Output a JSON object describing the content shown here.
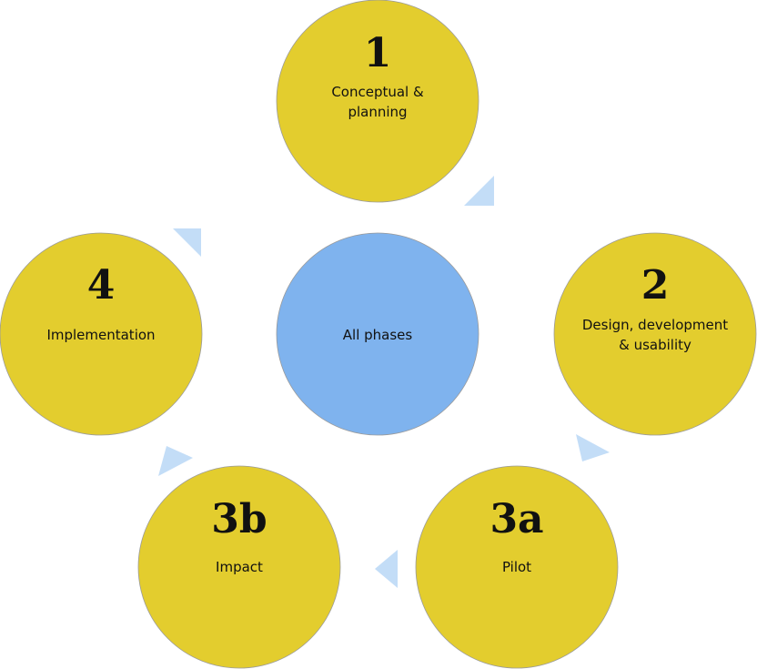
{
  "center": {
    "label": "All phases"
  },
  "phases": [
    {
      "number": "1",
      "label_line1": "Conceptual &",
      "label_line2": "planning"
    },
    {
      "number": "2",
      "label_line1": "Design, development",
      "label_line2": "& usability"
    },
    {
      "number": "3a",
      "label_line1": "Pilot",
      "label_line2": ""
    },
    {
      "number": "3b",
      "label_line1": "Impact",
      "label_line2": ""
    },
    {
      "number": "4",
      "label_line1": "Implementation",
      "label_line2": ""
    }
  ],
  "colors": {
    "phase_fill": "#E3CD2E",
    "center_fill": "#7FB3EE",
    "arrow_fill": "#C3DDF7",
    "outline": "#9A9A9A"
  }
}
